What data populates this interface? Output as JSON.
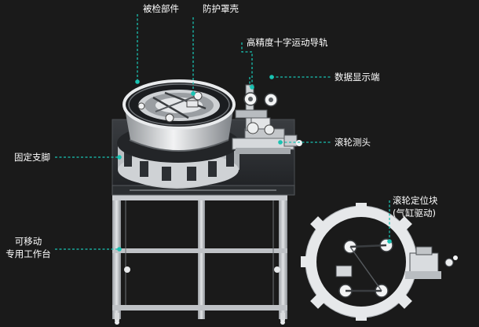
{
  "callouts": {
    "tested_part": "被检部件",
    "protective_cover": "防护罩壳",
    "cross_guide": "高精度十字运动导轨",
    "display_end": "数据显示端",
    "roller_probe": "滚轮测头",
    "fixed_support": "固定支脚",
    "mobile_bench_line1": "可移动",
    "mobile_bench_line2": "专用工作台",
    "positioning_block_line1": "滚轮定位块",
    "positioning_block_line2": "(气缸驱动)"
  },
  "colors": {
    "background": "#1a1a1a",
    "leader_line": "#19c2b2",
    "text": "#ffffff"
  }
}
